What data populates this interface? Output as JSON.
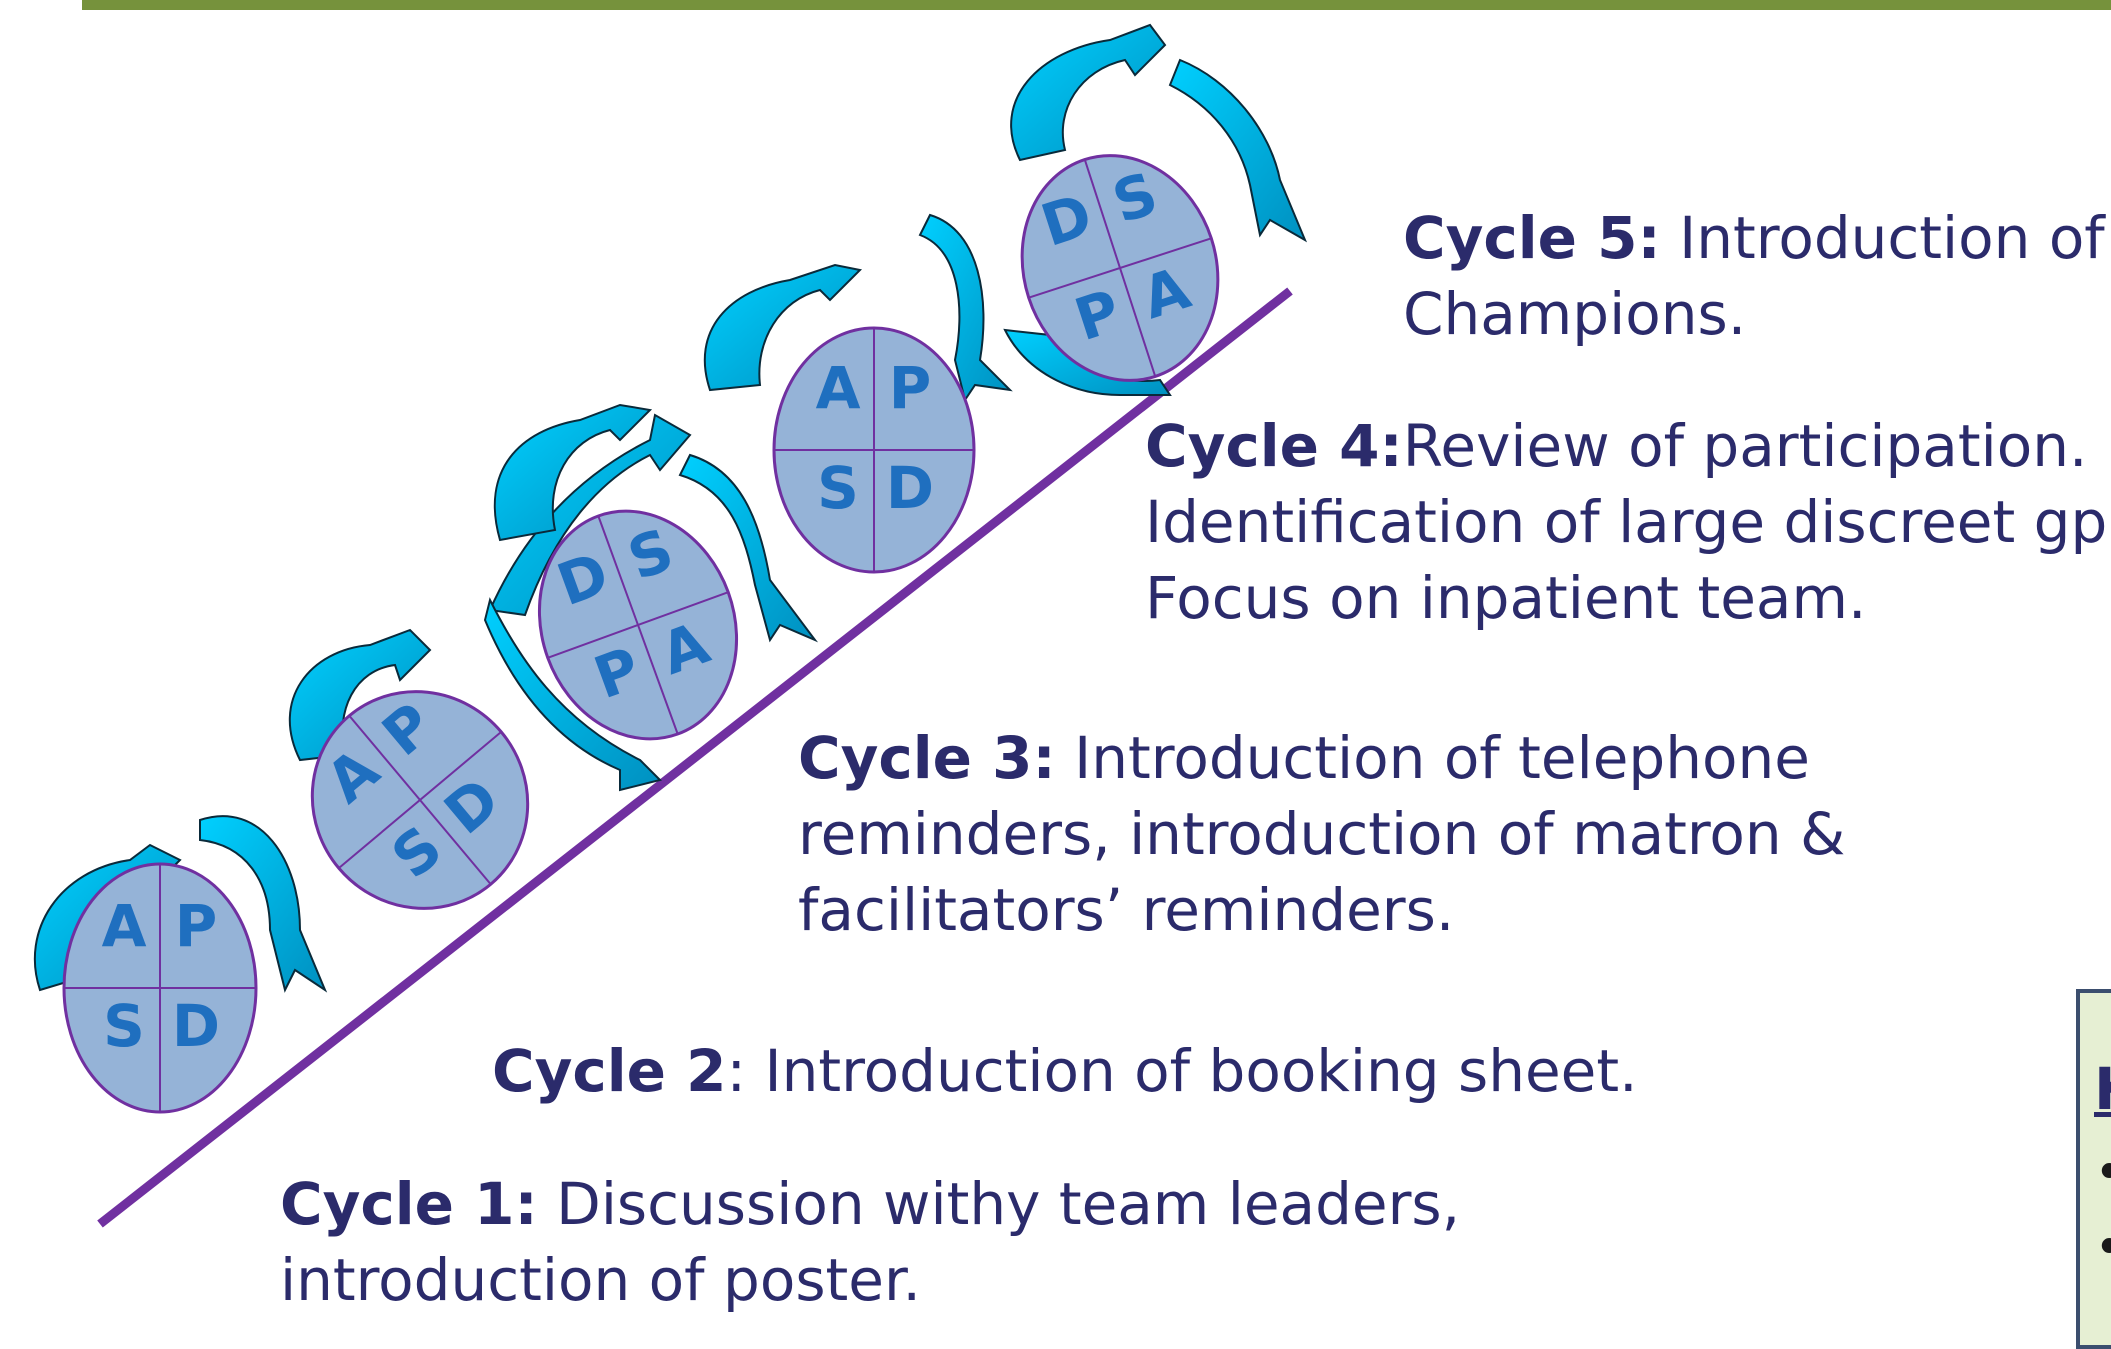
{
  "cycles": [
    {
      "id": "cycle1",
      "label": "Cycle 1:",
      "line1": " Discussion withy team leaders,",
      "line2": "introduction of poster."
    },
    {
      "id": "cycle2",
      "label": "Cycle 2",
      "line1": ":  Introduction of booking sheet.",
      "line2": ""
    },
    {
      "id": "cycle3",
      "label": "Cycle 3:",
      "line1": " Introduction of telephone",
      "line2": "reminders, introduction of matron &",
      "line3": "facilitators’ reminders."
    },
    {
      "id": "cycle4",
      "label": "Cycle 4:",
      "line1": "Review of participation.",
      "line2": "Identification of large discreet gp.",
      "line3": "Focus on inpatient team."
    },
    {
      "id": "cycle5",
      "label": "Cycle 5:",
      "line1": " Introduction of",
      "line2": "Champions."
    }
  ],
  "pdsa": [
    {
      "name": "pdsa-circle-1",
      "letters": [
        "A",
        "P",
        "S",
        "D"
      ]
    },
    {
      "name": "pdsa-circle-2",
      "letters": [
        "A",
        "P",
        "S",
        "D"
      ]
    },
    {
      "name": "pdsa-circle-3",
      "letters": [
        "D",
        "S",
        "P",
        "A"
      ]
    },
    {
      "name": "pdsa-circle-4",
      "letters": [
        "A",
        "P",
        "S",
        "D"
      ]
    },
    {
      "name": "pdsa-circle-5",
      "letters": [
        "D",
        "S",
        "P",
        "A"
      ]
    }
  ],
  "key_box": {
    "initial": "K"
  },
  "colors": {
    "ramp": "#7030a0",
    "circle_fill": "#95b3d7",
    "circle_stroke": "#7030a0",
    "arrow_light": "#00bfff",
    "arrow_dark": "#0099cc",
    "text": "#2b2b6b",
    "topbar": "#76923c"
  }
}
